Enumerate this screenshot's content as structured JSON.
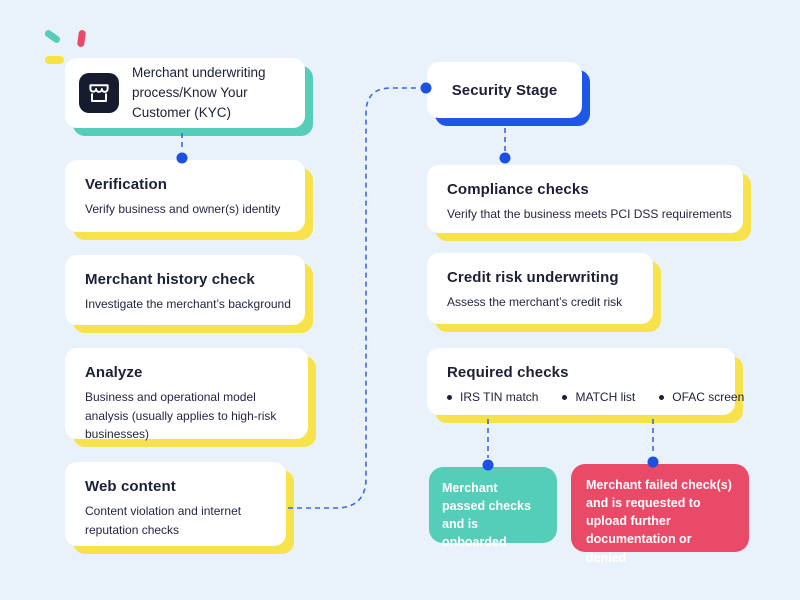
{
  "colors": {
    "background": "#e9f1fa",
    "teal": "#54cdb9",
    "yellow": "#f8e24b",
    "blue": "#1e57e8",
    "red": "#e84a68",
    "icon_navy": "#161b2e",
    "text": "#1b2036",
    "connector": "#3b6ae2",
    "connector_dot": "#1d50e0"
  },
  "kyc_card": {
    "title": "Merchant underwriting process/Know Your Customer (KYC)",
    "icon": "storefront-icon"
  },
  "left_cards": [
    {
      "title": "Verification",
      "description": "Verify business and owner(s) identity"
    },
    {
      "title": "Merchant history check",
      "description": "Investigate the merchant’s background"
    },
    {
      "title": "Analyze",
      "description": "Business and operational model analysis (usually applies to high-risk businesses)"
    },
    {
      "title": "Web content",
      "description": "Content violation and internet reputation checks"
    }
  ],
  "security_stage": {
    "title": "Security Stage"
  },
  "right_cards": [
    {
      "title": "Compliance checks",
      "description": "Verify that the business meets PCI DSS requirements"
    },
    {
      "title": "Credit risk underwriting",
      "description": "Assess the merchant’s credit risk"
    },
    {
      "title": "Required checks",
      "bullets": [
        "IRS TIN match",
        "MATCH list",
        "OFAC screen"
      ]
    }
  ],
  "outcomes": {
    "passed": {
      "text": "Merchant passed checks and is onboarded"
    },
    "failed": {
      "text": "Merchant failed check(s) and is requested to upload further documentation or denied"
    }
  }
}
